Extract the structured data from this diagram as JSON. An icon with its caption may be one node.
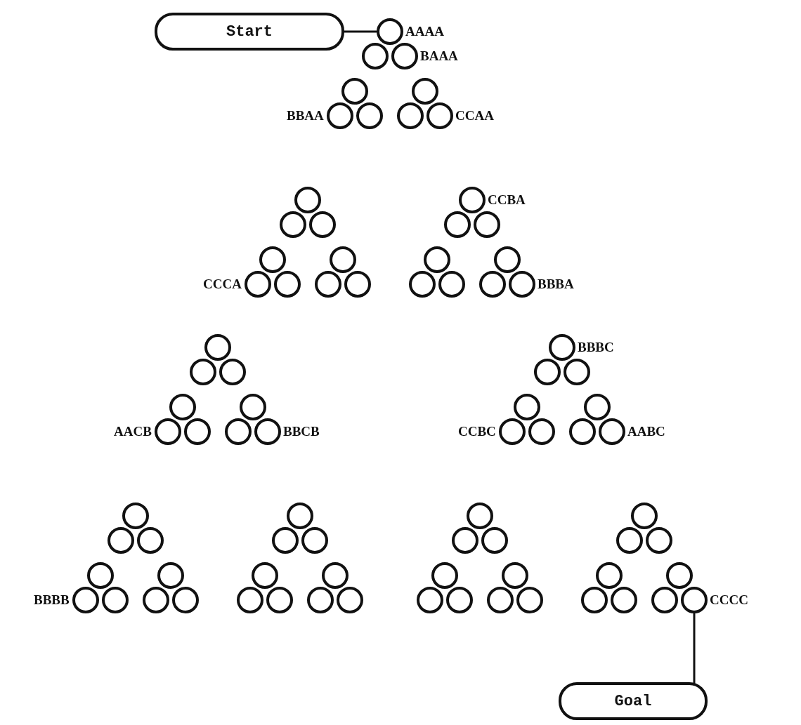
{
  "diagram": {
    "nodes": [
      {
        "text": [
          "Start"
        ]
      },
      {
        "text": [],
        "shape": "circle",
        "beside": [
          "AAAA"
        ]
      },
      {
        "text": [],
        "shape": "circle"
      },
      {
        "text": [],
        "shape": "circle",
        "beside": [
          "BAAA"
        ]
      },
      {
        "text": [],
        "shape": "circle"
      },
      {
        "text": [],
        "shape": "circle"
      },
      {
        "text": [],
        "shape": "circle",
        "beside": [
          "BBAA"
        ]
      },
      {
        "text": [],
        "shape": "circle"
      },
      {
        "text": [],
        "shape": "circle"
      },
      {
        "text": [],
        "shape": "circle",
        "beside": [
          "CCAA"
        ]
      },
      {
        "text": [],
        "shape": "circle"
      },
      {
        "text": [],
        "shape": "circle",
        "beside": [
          "CCBA"
        ]
      },
      {
        "text": [],
        "shape": "circle"
      },
      {
        "text": [],
        "shape": "circle"
      },
      {
        "text": [],
        "shape": "circle"
      },
      {
        "text": [],
        "shape": "circle"
      },
      {
        "text": [],
        "shape": "circle"
      },
      {
        "text": [],
        "shape": "circle"
      },
      {
        "text": [],
        "shape": "circle"
      },
      {
        "text": [],
        "shape": "circle"
      },
      {
        "text": [],
        "shape": "circle",
        "beside": [
          "CCCA"
        ]
      },
      {
        "text": [],
        "shape": "circle"
      },
      {
        "text": [],
        "shape": "circle"
      },
      {
        "text": [],
        "shape": "circle"
      },
      {
        "text": [],
        "shape": "circle"
      },
      {
        "text": [],
        "shape": "circle"
      },
      {
        "text": [],
        "shape": "circle"
      },
      {
        "text": [],
        "shape": "circle",
        "beside": [
          "BBBA"
        ]
      },
      {
        "text": [],
        "shape": "circle"
      },
      {
        "text": [],
        "shape": "circle",
        "beside": [
          "BBBC"
        ]
      },
      {
        "text": [],
        "shape": "circle"
      },
      {
        "text": [],
        "shape": "circle"
      },
      {
        "text": [],
        "shape": "circle"
      },
      {
        "text": [],
        "shape": "circle"
      },
      {
        "text": [],
        "shape": "circle"
      },
      {
        "text": [],
        "shape": "circle"
      },
      {
        "text": [],
        "shape": "circle"
      },
      {
        "text": [],
        "shape": "circle"
      },
      {
        "text": [],
        "shape": "circle",
        "beside": [
          "AACB"
        ]
      },
      {
        "text": [],
        "shape": "circle"
      },
      {
        "text": [],
        "shape": "circle"
      },
      {
        "text": [],
        "shape": "circle",
        "beside": [
          "BBCB"
        ]
      },
      {
        "text": [],
        "shape": "circle",
        "beside": [
          "CCBC"
        ]
      },
      {
        "text": [],
        "shape": "circle"
      },
      {
        "text": [],
        "shape": "circle"
      },
      {
        "text": [],
        "shape": "circle",
        "beside": [
          "AABC"
        ]
      },
      {
        "text": [],
        "shape": "circle"
      },
      {
        "text": [],
        "shape": "circle"
      },
      {
        "text": [],
        "shape": "circle"
      },
      {
        "text": [],
        "shape": "circle"
      },
      {
        "text": [],
        "shape": "circle"
      },
      {
        "text": [],
        "shape": "circle"
      },
      {
        "text": [],
        "shape": "circle"
      },
      {
        "text": [],
        "shape": "circle"
      },
      {
        "text": [],
        "shape": "circle"
      },
      {
        "text": [],
        "shape": "circle"
      },
      {
        "text": [],
        "shape": "circle"
      },
      {
        "text": [],
        "shape": "circle"
      },
      {
        "text": [],
        "shape": "circle"
      },
      {
        "text": [],
        "shape": "circle"
      },
      {
        "text": [],
        "shape": "circle"
      },
      {
        "text": [],
        "shape": "circle"
      },
      {
        "text": [],
        "shape": "circle"
      },
      {
        "text": [],
        "shape": "circle"
      },
      {
        "text": [],
        "shape": "circle"
      },
      {
        "text": [],
        "shape": "circle"
      },
      {
        "text": [],
        "shape": "circle",
        "beside": [
          "BBBB"
        ]
      },
      {
        "text": [],
        "shape": "circle"
      },
      {
        "text": [],
        "shape": "circle"
      },
      {
        "text": [],
        "shape": "circle"
      },
      {
        "text": [],
        "shape": "circle"
      },
      {
        "text": [],
        "shape": "circle"
      },
      {
        "text": [],
        "shape": "circle"
      },
      {
        "text": [],
        "shape": "circle"
      },
      {
        "text": [],
        "shape": "circle"
      },
      {
        "text": [],
        "shape": "circle"
      },
      {
        "text": [],
        "shape": "circle"
      },
      {
        "text": [],
        "shape": "circle"
      },
      {
        "text": [],
        "shape": "circle"
      },
      {
        "text": [],
        "shape": "circle"
      },
      {
        "text": [],
        "shape": "circle"
      },
      {
        "text": [],
        "shape": "circle",
        "beside": [
          "CCCC"
        ]
      },
      {
        "text": [
          "Goal"
        ]
      }
    ],
    "edges": [
      {
        "from": 0,
        "to": 1,
        "arrow": "none"
      },
      {
        "from": 81,
        "to": 82,
        "arrow": "none"
      }
    ]
  }
}
